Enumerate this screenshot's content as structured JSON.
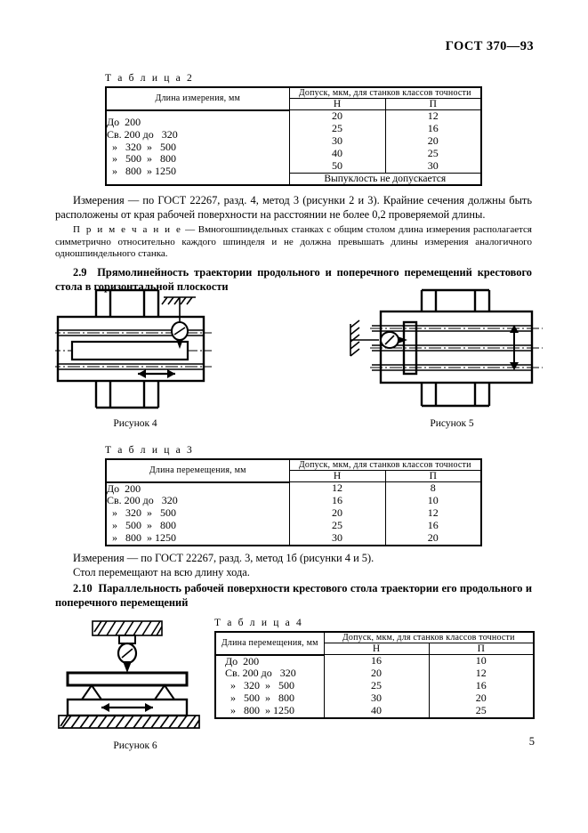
{
  "header": {
    "standard": "ГОСТ 370—93"
  },
  "page_number": "5",
  "table2": {
    "caption": "Т а б л и ц а  2",
    "col_measure_header": "Длина измерения, мм",
    "col_tolerance_header": "Допуск, мкм, для станков классов точности",
    "class_n": "Н",
    "class_p": "П",
    "rows_label": "До  200\nСв. 200 до   320\n  »   320  »   500\n  »   500  »   800\n  »   800  » 1250",
    "values_n": "20\n25\n30\n40\n50",
    "values_p": "12\n16\n20\n25\n30",
    "footer_note": "Выпуклость не допускается"
  },
  "para_after_t2": {
    "line": "Измерения — по ГОСТ 22267, разд. 4, метод 3 (рисунки 2 и 3). Крайние сечения должны быть расположены от края рабочей поверхности на расстоянии не более 0,2 проверяемой длины."
  },
  "note_after_t2": {
    "label": "П р и м е ч а н и е",
    "text": " — Вмногошпиндельных станках с  общим столом длина измерения располагается симметрично относительно каждого шпинделя и не должна превышать длины измерения аналогичного одношпиндельного станка."
  },
  "section_2_9": {
    "number": "2.9",
    "title": "Прямолинейность траектории продольного и поперечного перемещений крестового стола в горизонтальной плоскости"
  },
  "figure4": {
    "caption": "Рисунок 4"
  },
  "figure5": {
    "caption": "Рисунок 5"
  },
  "table3": {
    "caption": "Т а б л и ц а  3",
    "col_measure_header": "Длина перемещения, мм",
    "col_tolerance_header": "Допуск, мкм, для станков классов точности",
    "class_n": "Н",
    "class_p": "П",
    "rows_label": "До  200\nСв. 200 до   320\n  »   320  »   500\n  »   500  »   800\n  »   800  » 1250",
    "values_n": "12\n16\n20\n25\n30",
    "values_p": "8\n10\n12\n16\n20"
  },
  "para_after_t3": {
    "line1": "Измерения — по ГОСТ 22267, разд. 3, метод 1б (рисунки 4 и 5).",
    "line2": "Стол перемещают на всю длину хода."
  },
  "section_2_10": {
    "number": "2.10",
    "title": "Параллельность рабочей поверхности крестового стола траектории его продольного и поперечного перемещений"
  },
  "figure6": {
    "caption": "Рисунок 6"
  },
  "table4": {
    "caption": "Т а б л и ц а  4",
    "col_measure_header": "Длина перемещения, мм",
    "col_tolerance_header": "Допуск, мкм, для станков классов точности",
    "class_n": "Н",
    "class_p": "П",
    "rows_label": "До  200\nСв. 200 до   320\n  »   320  »   500\n  »   500  »   800\n  »   800  » 1250",
    "values_n": "16\n20\n25\n30\n40",
    "values_p": "10\n12\n16\n20\n25"
  },
  "colors": {
    "ink": "#000000",
    "paper": "#ffffff"
  }
}
